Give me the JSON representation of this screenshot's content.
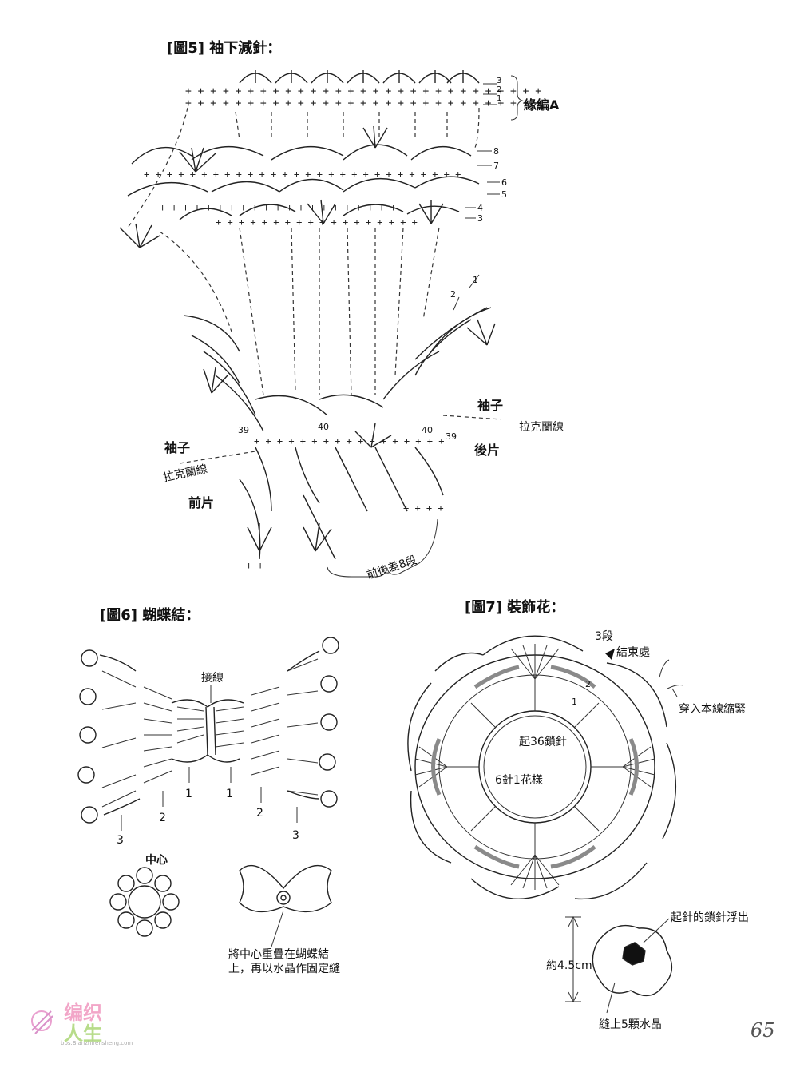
{
  "fig5": {
    "title": "[圖5] 袖下減針：",
    "edge_label": "緣編A",
    "rows_top": [
      "3",
      "2",
      "1"
    ],
    "rows_mid": [
      "8",
      "7",
      "6",
      "5",
      "4",
      "3"
    ],
    "rows_side": [
      "2",
      "1"
    ],
    "sleeve_right": "袖子",
    "raglan_right": "拉克蘭線",
    "back": "後片",
    "sleeve_left": "袖子",
    "raglan_left": "拉克蘭線",
    "front": "前片",
    "diff_note": "前後差8段",
    "num_a": "39",
    "num_b": "40",
    "num_c": "40",
    "num_d": "39"
  },
  "fig6": {
    "title": "[圖6] 蝴蝶結：",
    "join_label": "接線",
    "arrows": [
      "3",
      "2",
      "1",
      "1",
      "2",
      "3"
    ],
    "center_label": "中心",
    "note_line1": "將中心重疊在蝴蝶結",
    "note_line2": "上，再以水晶作固定縫"
  },
  "fig7": {
    "title": "[圖7] 裝飾花：",
    "row3": "3段",
    "end_label": "結束處",
    "thread_label": "穿入本線縮緊",
    "start_chain": "起36鎖針",
    "pattern_rep": "6針1花樣",
    "row_nums": [
      "2",
      "1"
    ],
    "lifted_chain": "起針的鎖針浮出",
    "size": "約4.5cm",
    "crystals": "縫上5顆水晶"
  },
  "page_number": "65",
  "watermark": {
    "line1": "编织",
    "line2": "人生",
    "url": "bbs.Bianzhirensheng.com"
  },
  "colors": {
    "ink": "#222222",
    "guide": "#8a8a8a",
    "pink": "#f2a6c8",
    "green": "#b7dc8a"
  }
}
